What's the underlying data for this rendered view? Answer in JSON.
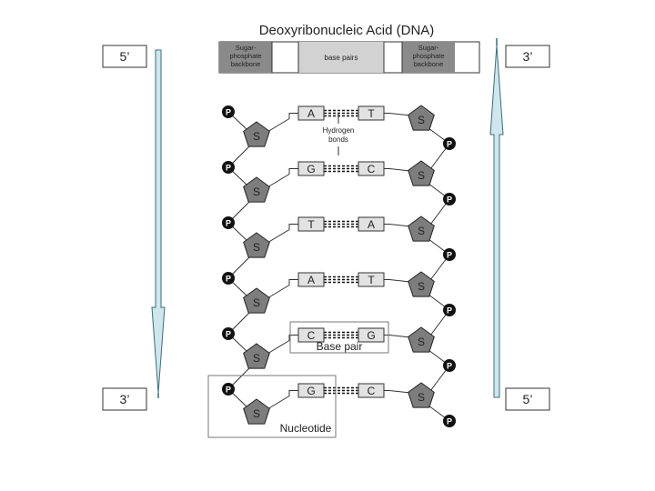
{
  "title": "Deoxyribonucleic Acid (DNA)",
  "header": {
    "left": [
      "Sugar-",
      "phosphate",
      "backbone"
    ],
    "middle": "base pairs",
    "right": [
      "Sugar-",
      "phosphate",
      "backbone"
    ]
  },
  "strand_labels": {
    "left_top": "5’",
    "left_bottom": "3’",
    "right_top": "3’",
    "right_bottom": "5’"
  },
  "phosphate_label": "P",
  "sugar_label": "S",
  "pairs": [
    {
      "left": "A",
      "right": "T"
    },
    {
      "left": "G",
      "right": "C"
    },
    {
      "left": "T",
      "right": "A"
    },
    {
      "left": "A",
      "right": "T"
    },
    {
      "left": "C",
      "right": "G"
    },
    {
      "left": "G",
      "right": "C"
    }
  ],
  "annotations": {
    "hydrogen_bonds": [
      "Hydrogen",
      "bonds"
    ],
    "base_pair": "Base pair",
    "nucleotide": "Nucleotide"
  },
  "colors": {
    "arrow_fill": "#cfe7ec",
    "arrow_stroke": "#3e6b78",
    "sugar_fill": "#7d7d7d",
    "base_fill": "#e2e2e2",
    "header_fill": "#8a8a8a",
    "phosphate_fill": "#111111"
  }
}
